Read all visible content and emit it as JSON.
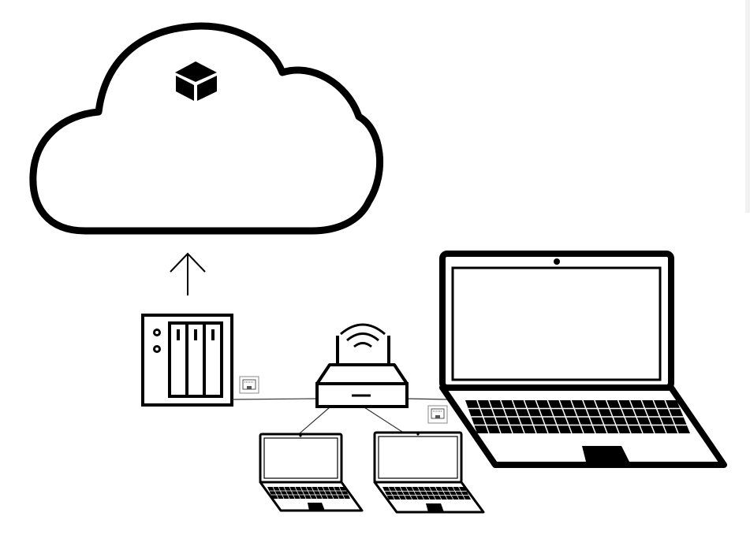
{
  "diagram": {
    "nodes": [
      {
        "id": "cloud",
        "icon": "cloud-icon"
      },
      {
        "id": "cloud-service",
        "icon": "cube-icon"
      },
      {
        "id": "nas",
        "icon": "nas-storage-icon"
      },
      {
        "id": "router",
        "icon": "wifi-router-icon"
      },
      {
        "id": "laptop-large",
        "icon": "laptop-icon"
      },
      {
        "id": "laptop-small-1",
        "icon": "laptop-icon"
      },
      {
        "id": "laptop-small-2",
        "icon": "laptop-icon"
      }
    ],
    "connections": [
      {
        "from": "nas",
        "to": "cloud",
        "style": "arrow"
      },
      {
        "from": "nas",
        "to": "router",
        "style": "ethernet"
      },
      {
        "from": "router",
        "to": "laptop-large",
        "style": "ethernet"
      },
      {
        "from": "router",
        "to": "laptop-small-1",
        "style": "line"
      },
      {
        "from": "router",
        "to": "laptop-small-2",
        "style": "line"
      }
    ],
    "colors": {
      "stroke": "#000000",
      "background": "#ffffff",
      "port": "#888888"
    }
  }
}
